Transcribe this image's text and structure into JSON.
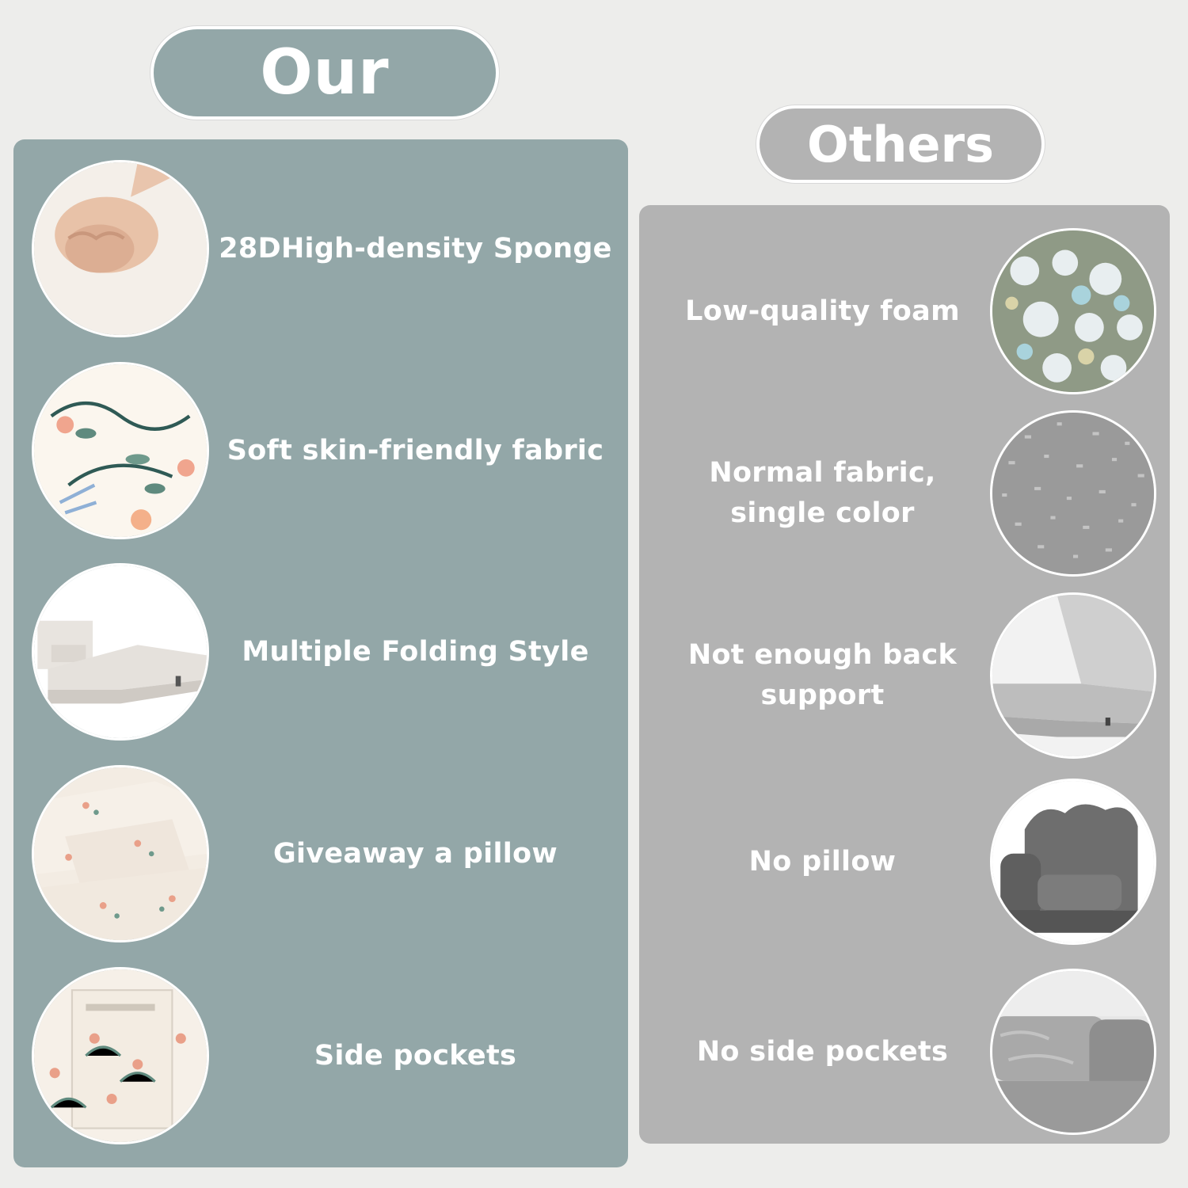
{
  "our": {
    "heading": "Our",
    "features": [
      {
        "label": "28DHigh-density Sponge",
        "image": "fist-pressing-sponge-photo"
      },
      {
        "label": "Soft skin-friendly fabric",
        "image": "floral-fabric-photo"
      },
      {
        "label": "Multiple Folding Style",
        "image": "folding-sofa-bed-photo"
      },
      {
        "label": "Giveaway a pillow",
        "image": "floral-pillow-photo"
      },
      {
        "label": "Side pockets",
        "image": "floral-side-pocket-photo"
      }
    ]
  },
  "others": {
    "heading": "Others",
    "features": [
      {
        "label": "Low-quality foam",
        "image": "shredded-foam-photo"
      },
      {
        "label_line1": "Normal fabric,",
        "label_line2": "single color",
        "image": "gray-fabric-photo"
      },
      {
        "label_line1": "Not enough back",
        "label_line2": "support",
        "image": "gray-folding-mattress-photo"
      },
      {
        "label": "No pillow",
        "image": "gray-kids-chair-photo"
      },
      {
        "label": "No side pockets",
        "image": "gray-plush-sofa-photo"
      }
    ]
  },
  "colors": {
    "our_panel": "#93a7a8",
    "others_panel": "#b3b3b3",
    "background": "#ededeb",
    "text": "#ffffff"
  }
}
